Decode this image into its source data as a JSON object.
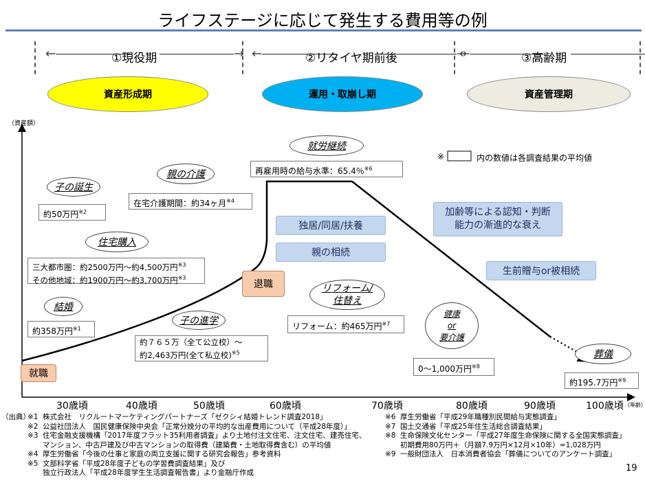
{
  "title": "ライフステージに応じて発生する費用等の例",
  "phases": [
    {
      "label": "①現役期",
      "stage": "資産形成期",
      "color": "#ffff00"
    },
    {
      "label": "②リタイヤ期前後",
      "stage": "運用・取崩し期",
      "color": "#00b0f0"
    },
    {
      "label": "③高齢期",
      "stage": "資産管理期",
      "color": "#eeece1"
    }
  ],
  "arrow_left": "←――――――",
  "arrow_right": "――――――→",
  "y_axis_label": "（資産額）",
  "x_unit": "（年齢）",
  "x_ticks": [
    "30歳頃",
    "40歳頃",
    "50歳頃",
    "60歳頃",
    "70歳頃",
    "80歳頃",
    "90歳頃",
    "100歳頃"
  ],
  "legend_note": "※",
  "legend_text": "内の数値は各調査結果の平均値",
  "events": {
    "shushoku": "就職",
    "kekkon": {
      "label": "結婚",
      "value": "約358万円",
      "note": "※1"
    },
    "kodomo": {
      "label": "子の誕生",
      "value": "約50万円",
      "note": "※2"
    },
    "jutaku": {
      "label": "住宅購入",
      "value1": "三大都市圏：約2500万円～約4,500万円",
      "note1": "※3",
      "value2": "その他地域：約1900万円～約3,700万円",
      "note2": "※3"
    },
    "kaigo": {
      "label": "親の介護",
      "value": "在宅介護期間：約34ヶ月",
      "note": "※4"
    },
    "shingaku": {
      "label": "子の進学",
      "value1": "約７６５万（全て公立校）～",
      "value2": "約2,463万円(全て私立校)",
      "note": "※5"
    },
    "taishoku": "退職",
    "shuro": {
      "label": "就労継続",
      "value": "再雇用時の給与水準：65.4％",
      "note": "※6"
    },
    "dokkyo": "独居/同居/扶養",
    "souzoku": "親の相続",
    "reform": {
      "label1": "リフォーム/",
      "label2": "住替え",
      "value": "リフォーム：約465万円",
      "note": "※7"
    },
    "nintei": {
      "line1": "加齢等による認知・判断",
      "line2": "能力の漸進的な衰え"
    },
    "zoyo": "生前贈与or被相続",
    "kenko": {
      "line1": "健康",
      "line2": "or",
      "line3": "要介護",
      "value": "0～1,000万円",
      "note": "※8"
    },
    "sougi": {
      "label": "葬儀",
      "value": "約195.7万円",
      "note": "※9"
    }
  },
  "sources_label": "（出典）",
  "sources_left": [
    {
      "no": "※1",
      "text": "株式会社　リクルートマーケティングパートナーズ「ゼクシィ結婚トレンド調査2018」"
    },
    {
      "no": "※2",
      "text": "公益社団法人　国民健康保険中央会「正常分娩分の平均的な出産費用について（平成28年度）」"
    },
    {
      "no": "※3",
      "text": "住宅金融支援機構「2017年度フラット35利用者調査」より土地付注文住宅、注文住宅、建売住宅、"
    },
    {
      "no": "",
      "text": "マンション、中古戸建及び中古マンションの取得費（建築費・土地取得費含む）の平均値"
    },
    {
      "no": "※4",
      "text": "厚生労働省「今後の仕事と家庭の両立支援に関する研究会報告」参考資料"
    },
    {
      "no": "※5",
      "text": "文部科学省「平成28年度子どもの学習費調査結果」及び"
    },
    {
      "no": "",
      "text": "独立行政法人「平成28年度学生生活調査報告書」より金融庁作成"
    }
  ],
  "sources_right": [
    {
      "no": "※6",
      "text": "厚生労働省「平成29年職種別民間給与実態調査」"
    },
    {
      "no": "※7",
      "text": "国土交通省「平成25年住生活総合調査結果」"
    },
    {
      "no": "※8",
      "text": "生命保険文化センター「平成27年度生命保険に関する全国実態調査」"
    },
    {
      "no": "",
      "text": "初期費用80万円＋（月額7.9万円×12月×10年）=1,028万円"
    },
    {
      "no": "※9",
      "text": "一般財団法人　日本消費者協会「葬儀についてのアンケート調査」"
    }
  ],
  "page_number": "19"
}
